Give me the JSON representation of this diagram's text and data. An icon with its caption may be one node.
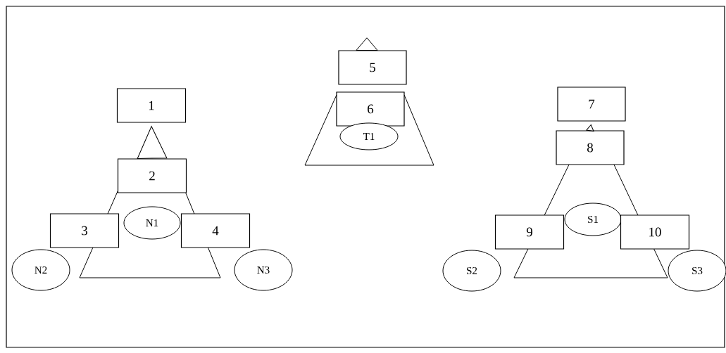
{
  "diagram": {
    "nodes": [
      {
        "text": [
          "1"
        ]
      },
      {
        "text": [
          "2"
        ]
      },
      {
        "text": [
          "N1"
        ]
      },
      {
        "text": [
          "3"
        ]
      },
      {
        "text": [
          "4"
        ]
      },
      {
        "text": [
          "N2"
        ]
      },
      {
        "text": [
          "N3"
        ]
      },
      {
        "text": [
          "5"
        ]
      },
      {
        "text": [
          "6"
        ]
      },
      {
        "text": [
          "T1"
        ]
      },
      {
        "text": [
          "7"
        ]
      },
      {
        "text": [
          "8"
        ]
      },
      {
        "text": [
          "S1"
        ]
      },
      {
        "text": [
          "9"
        ]
      },
      {
        "text": [
          "10"
        ]
      },
      {
        "text": [
          "S2"
        ]
      },
      {
        "text": [
          "S3"
        ]
      }
    ],
    "edges": [
      {
        "from": 1,
        "to": 0,
        "arrow": "to"
      },
      {
        "from": 7,
        "to": null,
        "arrow": "to"
      },
      {
        "from": 11,
        "to": 10,
        "arrow": "to"
      }
    ]
  }
}
